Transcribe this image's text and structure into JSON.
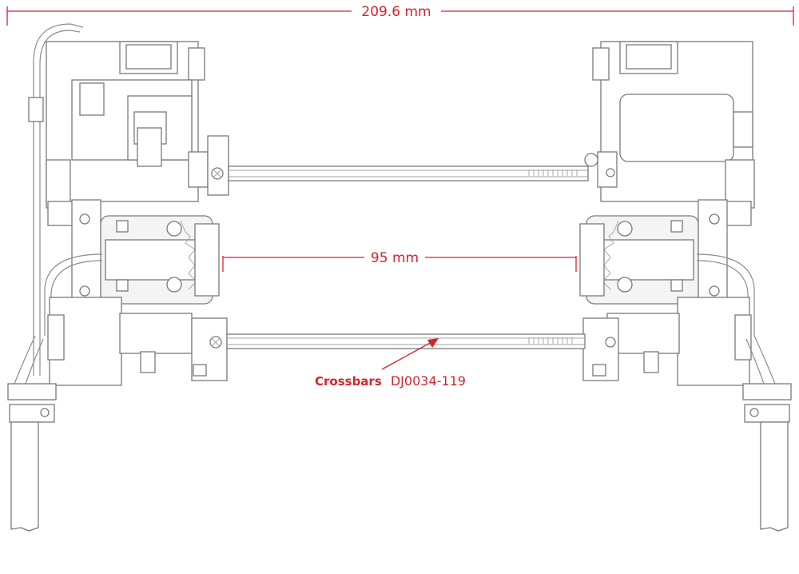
{
  "dimensions": {
    "overall_width": "209.6 mm",
    "inner_width": "95 mm"
  },
  "callout": {
    "name": "Crossbars",
    "part_number": "DJ0034-119"
  },
  "colors": {
    "annotation": "#d8212e",
    "drawing_line": "#7a7a7a",
    "background": "#ffffff"
  }
}
